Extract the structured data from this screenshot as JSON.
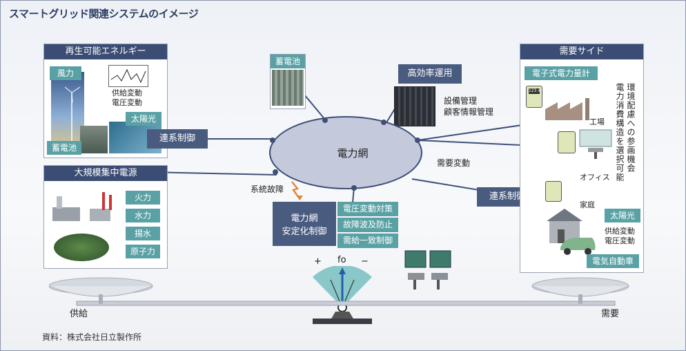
{
  "title": "スマートグリッド関連システムのイメージ",
  "renewable": {
    "heading": "再生可能エネルギー",
    "wind": "風力",
    "storage": "蓄電池",
    "solar": "太陽光",
    "graph_caption_1": "供給変動",
    "graph_caption_2": "電圧変動"
  },
  "large_scale": {
    "heading": "大規模集中電源",
    "items": [
      "火力",
      "水力",
      "揚水",
      "原子力"
    ]
  },
  "center": {
    "grid": "電力網",
    "storage_top": "蓄電池",
    "high_efficiency": "高効率運用",
    "equipment_mgmt": "設備管理",
    "customer_mgmt": "顧客情報管理",
    "link_left": "連系制御",
    "link_right": "連系制御",
    "demand_change": "需要変動",
    "system_fault": "系統故障",
    "stabilize_1": "電力網",
    "stabilize_2": "安定化制御",
    "measures": [
      "電圧変動対策",
      "故障波及防止",
      "需給一致制御"
    ],
    "plus": "+",
    "fo": "fo",
    "minus": "−"
  },
  "demand": {
    "heading": "需要サイド",
    "meter": "電子式電力量計",
    "factory": "工場",
    "office": "オフィス",
    "home": "家庭",
    "solar": "太陽光",
    "caption_1": "供給変動",
    "caption_2": "電圧変動",
    "ev": "電気自動車",
    "vertical_1": "環境配慮への参画機会",
    "vertical_2": "電力消費構造を選択可能",
    "meter_reading": "123.4"
  },
  "balance": {
    "supply": "供給",
    "demand": "需要"
  },
  "source": "資料：株式会社日立製作所",
  "colors": {
    "navy": "#3b4d74",
    "teal": "#5aa1a5",
    "grid_fill": "#c4c9dc",
    "line": "#3e4f78"
  }
}
